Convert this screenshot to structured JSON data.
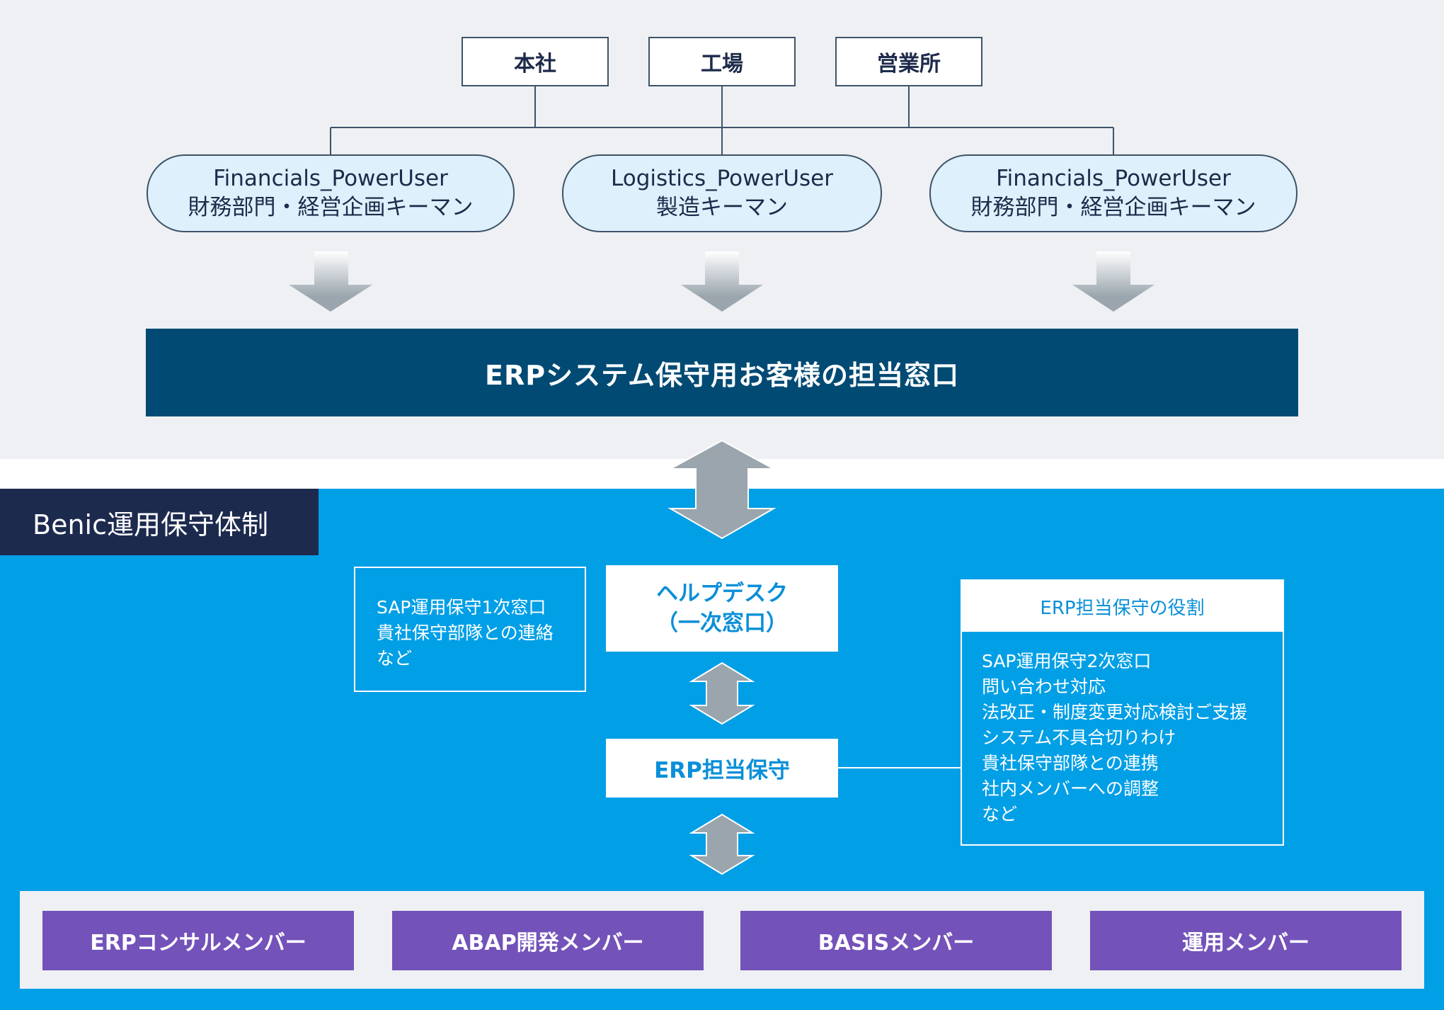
{
  "sites": [
    "本社",
    "工場",
    "営業所"
  ],
  "power_users": [
    {
      "line1": "Financials_PowerUser",
      "line2": "財務部門・経営企画キーマン"
    },
    {
      "line1": "Logistics_PowerUser",
      "line2": "製造キーマン"
    },
    {
      "line1": "Financials_PowerUser",
      "line2": "財務部門・経営企画キーマン"
    }
  ],
  "customer_contact_banner": "ERPシステム保守用お客様の担当窓口",
  "benic_section_label": "Benic運用保守体制",
  "helpdesk": {
    "line1": "ヘルプデスク",
    "line2": "（一次窓口）",
    "notes": [
      "SAP運用保守1次窓口",
      "貴社保守部隊との連絡",
      "など"
    ]
  },
  "erp_support": {
    "label": "ERP担当保守",
    "role_title": "ERP担当保守の役割",
    "roles": [
      "SAP運用保守2次窓口",
      "問い合わせ対応",
      "法改正・制度変更対応検討ご支援",
      "システム不具合切りわけ",
      "貴社保守部隊との連携",
      "社内メンバーへの調整",
      "など"
    ]
  },
  "members": [
    "ERPコンサルメンバー",
    "ABAP開発メンバー",
    "BASISメンバー",
    "運用メンバー"
  ],
  "colors": {
    "top_background": "#eef0f3",
    "bottom_background": "#019fe6",
    "banner": "#004a74",
    "section_label": "#1c2a4e",
    "pill_fill": "#def0fb",
    "member_fill": "#7352b9",
    "arrow": "#9aa5ad"
  }
}
